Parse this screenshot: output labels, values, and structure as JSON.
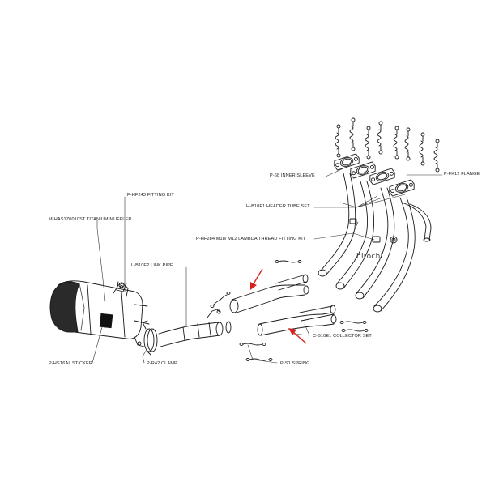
{
  "labels": {
    "inner_sleeve": "P-68  INNER SLEEVE",
    "flange": "P-FK12  FLANGE",
    "header_tube_set": "H-B10E1  HEADER TUBE SET",
    "lambda_fitting": "P-HF284  M18/ M12 LAMBDA THREAD FITTING KIT",
    "fitting_kit": "P-HF243  FITTING KIT",
    "titanium_muffler": "M-HAS1Z0010ST TITANIUM MUFFLER",
    "link_pipe": "L-B10E2 LINK PIPE",
    "collector_set": "C-B10E1  COLLECTOR SET",
    "spring": "P-S1  SPRING",
    "sticker": "P-HST6AL STICKER",
    "clamp": "P-R42 CLAMP"
  },
  "watermark": "hirochi",
  "colors": {
    "line": "#1a1a1a",
    "arrow": "#d8211f",
    "leader": "#333333",
    "background": "#ffffff"
  }
}
